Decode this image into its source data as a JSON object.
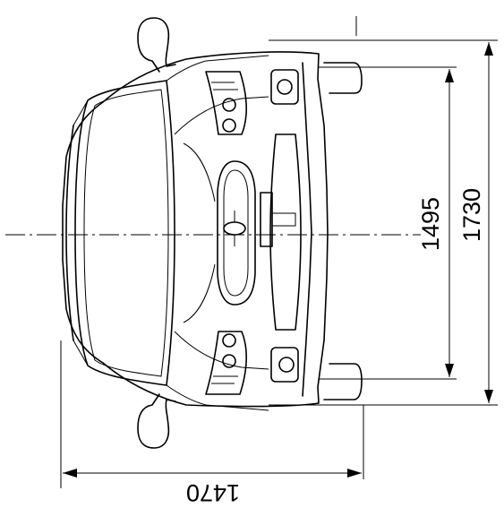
{
  "dimensions": {
    "overall_width": "1730",
    "track_width": "1495",
    "overall_height": "1470"
  }
}
